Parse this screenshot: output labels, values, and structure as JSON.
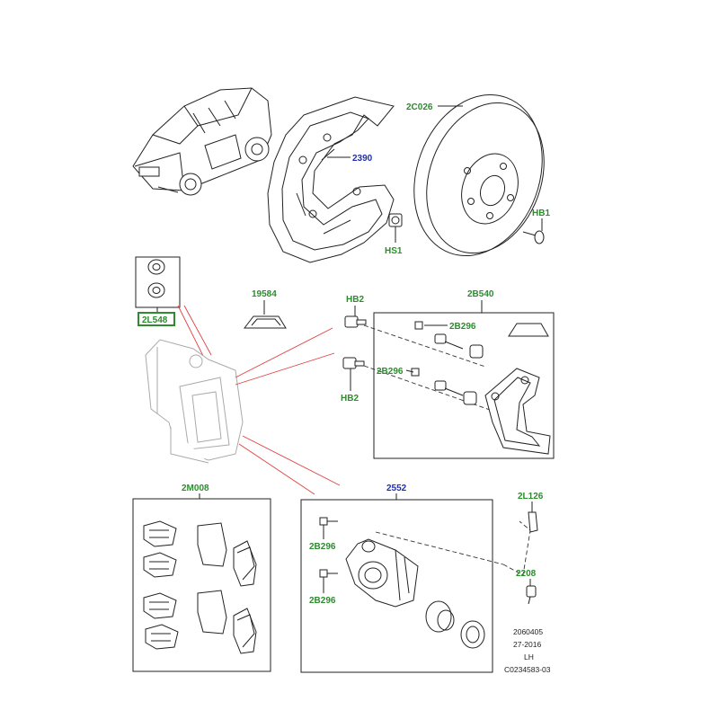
{
  "callouts": {
    "backing_plate": "2390",
    "nut": "HS1",
    "disc": "2C026",
    "disc_screw": "HB1",
    "pad_retainer": "19584",
    "bolt_upper": "HB2",
    "bolt_lower": "HB2",
    "carrier_kit": "2B540",
    "guide_pin_upper": "2B296",
    "guide_pin_lower": "2B296",
    "caps_kit": "2L548",
    "pad_kit": "2M008",
    "caliper": "2552",
    "caliper_pin_upper": "2B296",
    "caliper_pin_lower": "2B296",
    "sensor_clip": "2L126",
    "wear_sensor": "2208"
  },
  "reference": {
    "line1": "2060405",
    "line2": "27-2016",
    "line3": "LH",
    "line4": "C0234583-03"
  },
  "colors": {
    "callout_green": "#2e8b2e",
    "callout_blue": "#1f2fb0",
    "highlight_box": "#2e8b2e",
    "leader_red": "#e04040"
  }
}
